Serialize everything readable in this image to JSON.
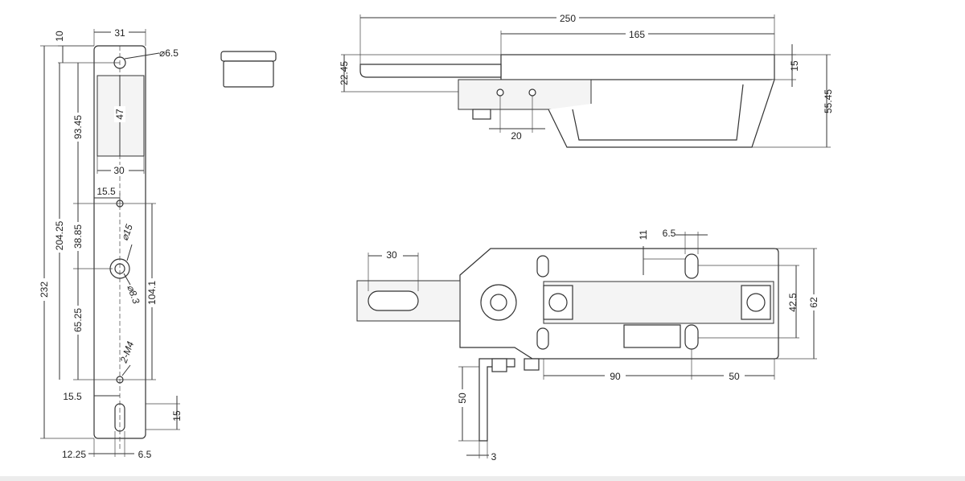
{
  "left_view": {
    "d31": "31",
    "d10": "10",
    "d6_5_hole": "⌀6.5",
    "d93_45": "93.45",
    "d47": "47",
    "d30": "30",
    "d15_5_top": "15.5",
    "d204_25": "204.25",
    "d38_85": "38.85",
    "d15_dia": "⌀15",
    "d8_3_dia": "⌀8.3",
    "d104_1": "104.1",
    "d232": "232",
    "d65_25": "65.25",
    "d2_m4": "2-M4",
    "d15_5_bot": "15.5",
    "d15_slot": "15",
    "d12_25": "12.25",
    "d6_5_slot": "6.5"
  },
  "top_view": {
    "d250": "250",
    "d165": "165",
    "d22_45": "22.45",
    "d15": "15",
    "d55_45": "55.45",
    "d20": "20"
  },
  "front_view": {
    "d30": "30",
    "d11": "11",
    "d6_5": "6.5",
    "d42_5": "42.5",
    "d62": "62",
    "d90": "90",
    "d50_h": "50",
    "d50_v": "50",
    "d3": "3"
  }
}
